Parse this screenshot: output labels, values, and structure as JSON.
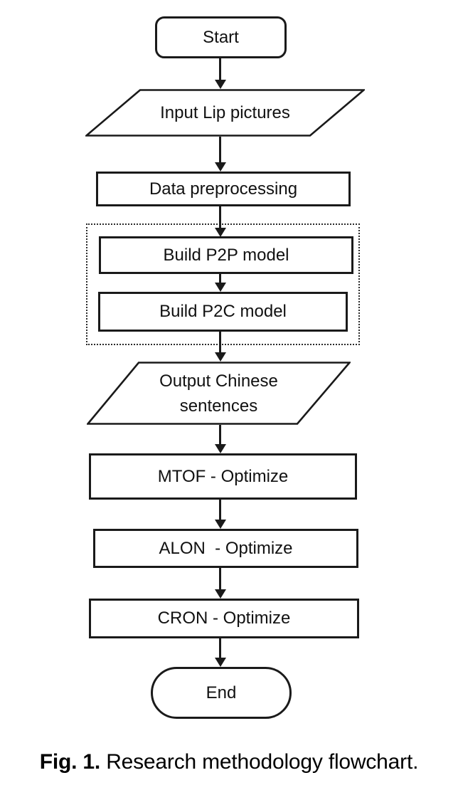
{
  "figure": {
    "background": "#ffffff",
    "stroke_color": "#1a1a1a",
    "text_color": "#111111"
  },
  "flowchart": {
    "nodes": {
      "start": {
        "label": "Start",
        "shape": "rounded-rectangle"
      },
      "input": {
        "label": "Input Lip pictures",
        "shape": "parallelogram"
      },
      "preprocess": {
        "label": "Data preprocessing",
        "shape": "rectangle"
      },
      "build_p2p": {
        "label": "Build P2P model",
        "shape": "rectangle"
      },
      "build_p2c": {
        "label": "Build P2C model",
        "shape": "rectangle"
      },
      "output": {
        "label_line1": "Output Chinese",
        "label_line2": "sentences",
        "shape": "parallelogram"
      },
      "mtof": {
        "label": "MTOF - Optimize",
        "shape": "rectangle"
      },
      "alon": {
        "label": "ALON  - Optimize",
        "shape": "rectangle"
      },
      "cron": {
        "label": "CRON - Optimize",
        "shape": "rectangle"
      },
      "end": {
        "label": "End",
        "shape": "rounded-rectangle"
      }
    },
    "edges": [
      "start to input",
      "input to preprocess",
      "preprocess to build_p2p",
      "build_p2p to build_p2c",
      "build_p2c to output",
      "output to mtof",
      "mtof to alon",
      "alon to cron",
      "cron to end"
    ]
  },
  "caption": {
    "prefix": "Fig. 1.",
    "text": "Research methodology flowchart."
  }
}
